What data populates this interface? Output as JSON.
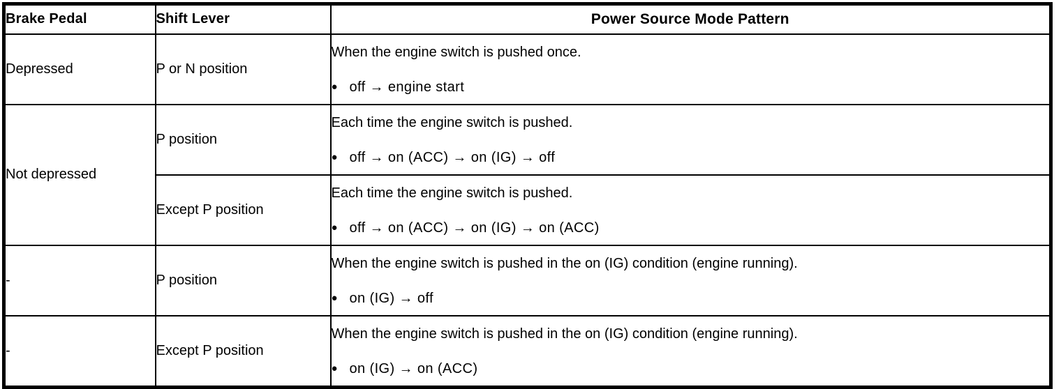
{
  "table": {
    "headers": [
      {
        "label": "Brake Pedal"
      },
      {
        "label": "Shift Lever"
      },
      {
        "label": "Power Source Mode Pattern"
      }
    ],
    "rows": [
      {
        "brake_pedal": "Depressed",
        "shift_lever": "P or N position",
        "lead": "When the engine switch is pushed once.",
        "bullet_marker": "●",
        "bullet": "off → engine start"
      },
      {
        "brake_pedal": "Not depressed",
        "shift_lever": "P position",
        "lead": "Each time the engine switch is pushed.",
        "bullet_marker": "●",
        "bullet": "off → on (ACC) → on (IG) → off"
      },
      {
        "brake_pedal": "",
        "shift_lever": "Except P position",
        "lead": "Each time the engine switch is pushed.",
        "bullet_marker": "●",
        "bullet": "off → on (ACC) → on (IG) → on (ACC)"
      },
      {
        "brake_pedal": "-",
        "shift_lever": "P position",
        "lead": "When the engine switch is pushed in the on (IG) condition (engine running).",
        "bullet_marker": "●",
        "bullet": "on (IG) → off"
      },
      {
        "brake_pedal": "-",
        "shift_lever": "Except P position",
        "lead": "When the engine switch is pushed in the on (IG) condition (engine running).",
        "bullet_marker": "●",
        "bullet": "on (IG) → on (ACC)"
      }
    ]
  }
}
